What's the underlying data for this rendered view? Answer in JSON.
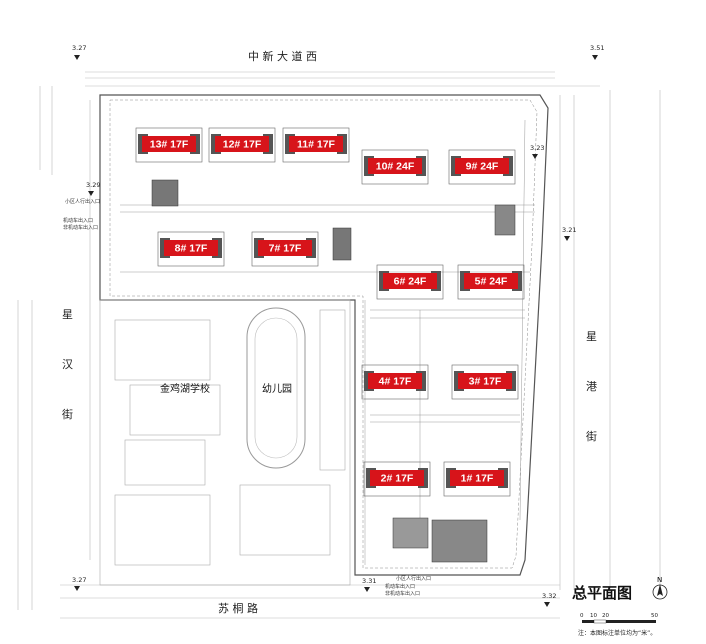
{
  "roads": {
    "north": "中 新 大 道 西",
    "west": [
      "星",
      "汉",
      "街"
    ],
    "east": [
      "星",
      "港",
      "街"
    ],
    "south": "苏 桐 路"
  },
  "campus": {
    "school": "金鸡湖学校",
    "kindergarten": "幼儿园"
  },
  "buildings": [
    {
      "id": "13",
      "label": "13# 17F"
    },
    {
      "id": "12",
      "label": "12# 17F"
    },
    {
      "id": "11",
      "label": "11# 17F"
    },
    {
      "id": "10",
      "label": "10# 24F"
    },
    {
      "id": "9",
      "label": "9# 24F"
    },
    {
      "id": "8",
      "label": "8# 17F"
    },
    {
      "id": "7",
      "label": "7# 17F"
    },
    {
      "id": "6",
      "label": "6# 24F"
    },
    {
      "id": "5",
      "label": "5# 24F"
    },
    {
      "id": "4",
      "label": "4# 17F"
    },
    {
      "id": "3",
      "label": "3# 17F"
    },
    {
      "id": "2",
      "label": "2# 17F"
    },
    {
      "id": "1",
      "label": "1# 17F"
    }
  ],
  "entrances": {
    "pedestrian_west": "小区人行出入口",
    "vehicle_west_1": "机动车出入口",
    "vehicle_west_2": "非机动车出入口",
    "vehicle_south_1": "机动车出入口",
    "vehicle_south_2": "非机动车出入口",
    "pedestrian_south": "小区人行出入口"
  },
  "elevations": {
    "nw": "3.27",
    "ne": "3.51",
    "w": "3.29",
    "e1": "3.23",
    "e2": "3.21",
    "sw": "3.27",
    "s": "3.31",
    "se": "3.32"
  },
  "title": "总平面图",
  "north_arrow": "N",
  "scale": {
    "ticks": [
      "0",
      "10",
      "20",
      "50"
    ]
  },
  "note": "注：本图标注单位均为“米”。",
  "colors": {
    "building_label": "#d7141a",
    "building_roof": "#555555"
  }
}
